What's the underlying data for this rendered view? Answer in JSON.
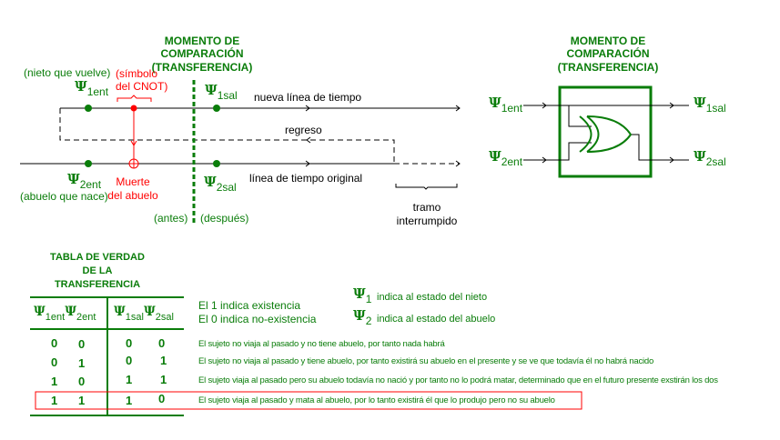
{
  "colors": {
    "green": "#0a7d0a",
    "red": "#ff0000",
    "black": "#000000"
  },
  "left_diagram": {
    "title": [
      "MOMENTO DE",
      "COMPARACIÓN",
      "(TRANSFERENCIA)"
    ],
    "nieto_label": "(nieto que vuelve)",
    "abuelo_label": "(abuelo que nace)",
    "cnot_label": [
      "(símbolo",
      "del CNOT)"
    ],
    "death_label": [
      "Muerte",
      "del abuelo"
    ],
    "new_timeline": "nueva línea de tiempo",
    "return": "regreso",
    "original_timeline": "línea de tiempo original",
    "before": "(antes)",
    "after": "(después)",
    "interrupted": [
      "tramo",
      "interrumpido"
    ],
    "psi": "Ψ",
    "psi1ent": "1ent",
    "psi2ent": "2ent",
    "psi1sal": "1sal",
    "psi2sal": "2sal"
  },
  "right_diagram": {
    "title": [
      "MOMENTO DE",
      "COMPARACIÓN",
      "(TRANSFERENCIA)"
    ],
    "psi": "Ψ",
    "psi1ent": "1ent",
    "psi2ent": "2ent",
    "psi1sal": "1sal",
    "psi2sal": "2sal"
  },
  "truth_table": {
    "title": [
      "TABLA DE VERDAD",
      "DE LA",
      "TRANSFERENCIA"
    ],
    "psi": "Ψ",
    "headers": [
      "1ent",
      "2ent",
      "1sal",
      "2sal"
    ],
    "rows": [
      {
        "values": [
          "0",
          "0",
          "0",
          "0"
        ],
        "text": "El sujeto no viaja al pasado y no tiene abuelo, por tanto nada habrá"
      },
      {
        "values": [
          "0",
          "1",
          "0",
          "1"
        ],
        "text": "El sujeto no viaja al pasado y tiene abuelo, por tanto existirá su abuelo en el presente y se ve que todavía él no habrá nacido"
      },
      {
        "values": [
          "1",
          "0",
          "1",
          "1"
        ],
        "text": "El sujeto viaja al pasado pero su abuelo todavía no nació y por tanto no lo podrá matar, determinado que en el futuro presente exstirán los dos"
      },
      {
        "values": [
          "1",
          "1",
          "1",
          "0"
        ],
        "text": "El sujeto viaja al pasado y mata al abuelo, por lo tanto existirá él que lo produjo pero no su abuelo",
        "highlighted": true
      }
    ]
  },
  "legend": {
    "existence": "El 1 indica existencia",
    "non_existence": "El 0 indica no-existencia",
    "psi1_sub": "1",
    "psi1_text": "indica al estado del nieto",
    "psi2_sub": "2",
    "psi2_text": "indica al estado del abuelo"
  }
}
